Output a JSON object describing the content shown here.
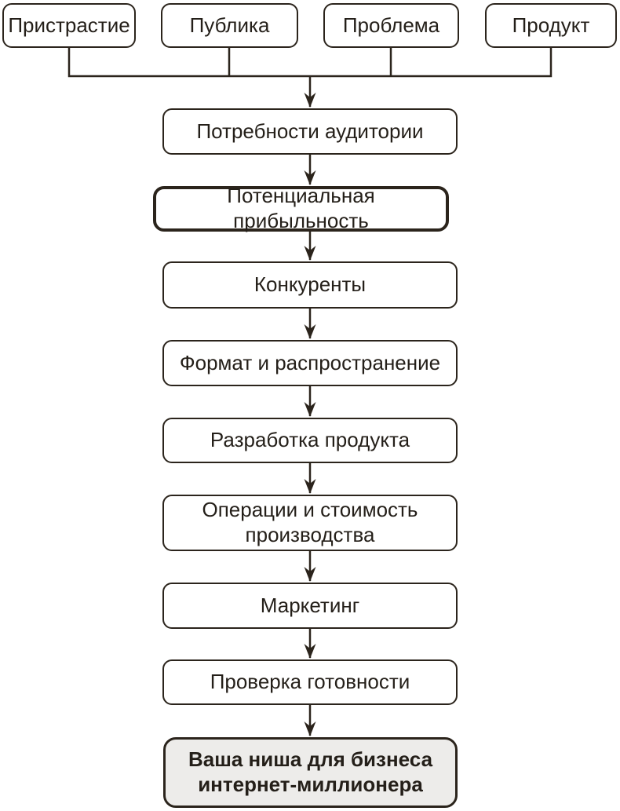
{
  "diagram": {
    "title": "niche-selection-flowchart",
    "top_row": [
      {
        "label": "Пристрастие"
      },
      {
        "label": "Публика"
      },
      {
        "label": "Проблема"
      },
      {
        "label": "Продукт"
      }
    ],
    "flow": [
      {
        "label": "Потребности аудитории"
      },
      {
        "label": "Потенциальная прибыльность",
        "emphasis": "thick-border"
      },
      {
        "label": "Конкуренты"
      },
      {
        "label": "Формат и распространение"
      },
      {
        "label": "Разработка продукта"
      },
      {
        "label": "Операции и стоимость производства"
      },
      {
        "label": "Маркетинг"
      },
      {
        "label": "Проверка готовности"
      },
      {
        "label": "Ваша ниша для бизнеса интернет-миллионера",
        "emphasis": "final-result"
      }
    ],
    "colors": {
      "line": "#2b241c",
      "text": "#241f19",
      "final_fill": "#edecea",
      "background": "#ffffff"
    }
  }
}
